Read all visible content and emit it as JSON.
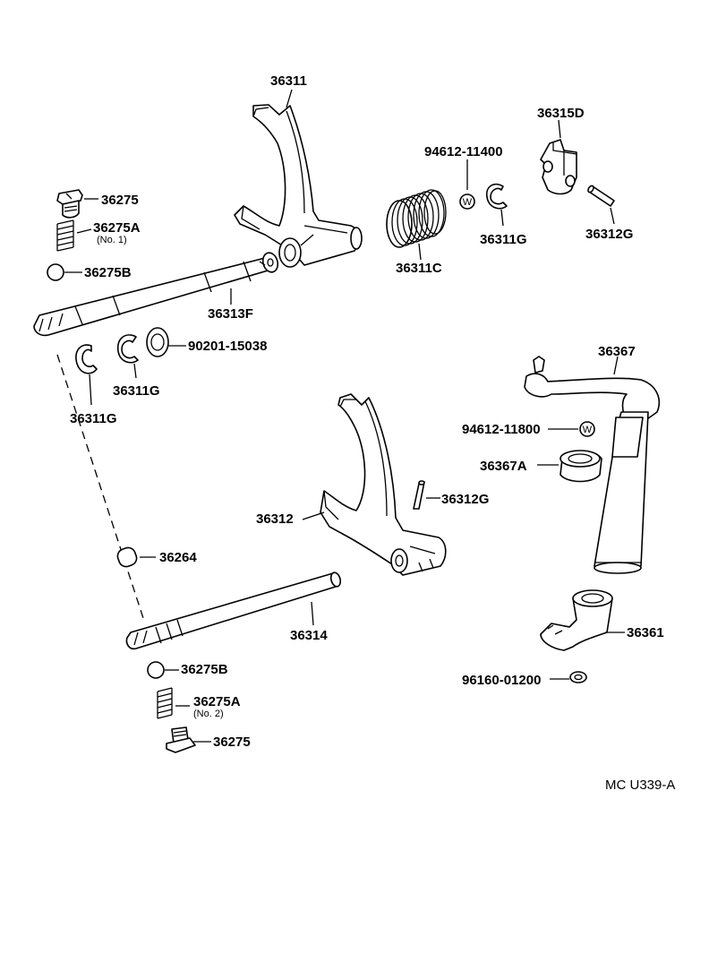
{
  "labels": {
    "fork_36311": "36311",
    "washer_94612_11400": "94612-11400",
    "lever_36315D": "36315D",
    "bolt_36275_top": "36275",
    "spring_36275A_top": "36275A",
    "spring_36275A_top_note": "(No. 1)",
    "ball_36275B_top": "36275B",
    "spring_36311C": "36311C",
    "ring_36311G_right": "36311G",
    "pin_36312G_top": "36312G",
    "shaft_36313F": "36313F",
    "seal_90201_15038": "90201-15038",
    "ring_36311G_mid": "36311G",
    "ring_36311G_left": "36311G",
    "lever_36367": "36367",
    "washer_94612_11800": "94612-11800",
    "seal_36367A": "36367A",
    "pin_36312G_mid": "36312G",
    "fork_36312": "36312",
    "pin_36264": "36264",
    "shaft_36314": "36314",
    "lever_36361": "36361",
    "ball_36275B_bottom": "36275B",
    "spring_36275A_bottom": "36275A",
    "spring_36275A_bottom_note": "(No. 2)",
    "bolt_36275_bottom": "36275",
    "washer_96160_01200": "96160-01200",
    "diagram_code": "MC U339-A"
  },
  "washer_mark": "W"
}
